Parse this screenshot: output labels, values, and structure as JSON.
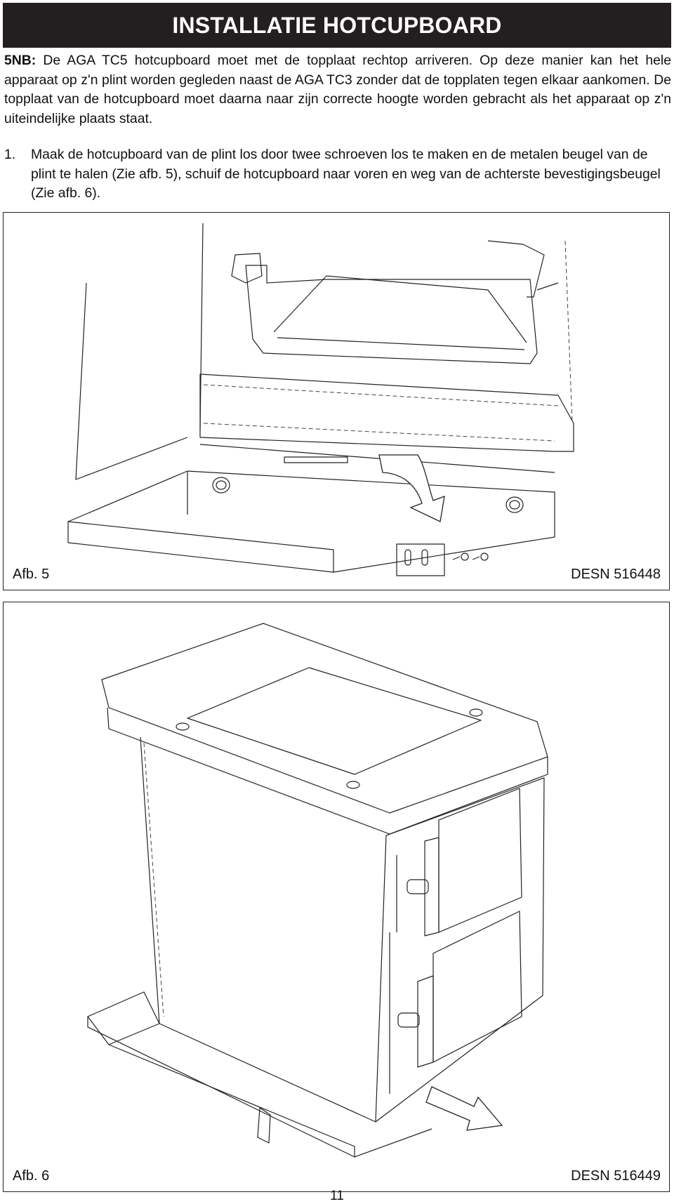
{
  "header": {
    "title": "INSTALLATIE HOTCUPBOARD"
  },
  "intro": {
    "label": "5NB:",
    "text": " De AGA TC5 hotcupboard moet met de topplaat rechtop arriveren. Op deze manier kan het hele apparaat op z'n plint worden gegleden naast de AGA TC3 zonder dat de topplaten tegen elkaar aankomen. De topplaat van de hotcupboard moet daarna naar zijn correcte hoogte worden gebracht als het apparaat op z'n uiteindelijke plaats staat."
  },
  "steps": [
    {
      "number": "1.",
      "text": "Maak de hotcupboard van de plint los door twee schroeven los te maken en de metalen beugel van de plint te halen (Zie afb. 5), schuif de hotcupboard naar voren en weg van de achterste bevestigingsbeugel (Zie afb. 6)."
    }
  ],
  "figures": [
    {
      "caption": "Afb. 5",
      "code": "DESN 516448"
    },
    {
      "caption": "Afb. 6",
      "code": "DESN 516449"
    }
  ],
  "page": {
    "number": "11"
  }
}
